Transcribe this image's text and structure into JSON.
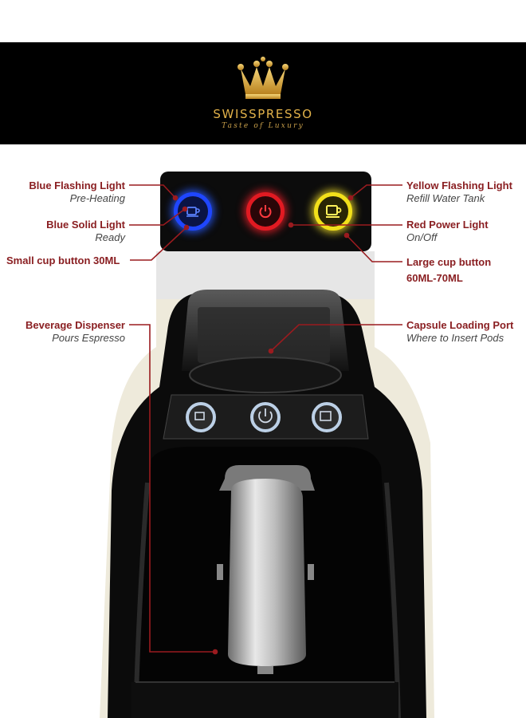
{
  "brand": {
    "name": "SWISSPRESSO",
    "tagline": "Taste of Luxury",
    "colors": {
      "gold": "#e2b24a",
      "header_bg": "#000000"
    }
  },
  "callouts": {
    "blue_flashing": {
      "title": "Blue Flashing Light",
      "subtitle": "Pre-Heating"
    },
    "blue_solid": {
      "title": "Blue Solid Light",
      "subtitle": "Ready"
    },
    "small_cup": {
      "title": "Small cup button 30ML"
    },
    "yellow_flashing": {
      "title": "Yellow Flashing Light",
      "subtitle": "Refill Water Tank"
    },
    "red_power": {
      "title": "Red Power Light",
      "subtitle": "On/Off"
    },
    "large_cup": {
      "title": "Large cup button",
      "subtitle": "60ML-70ML"
    },
    "beverage_dispenser": {
      "title": "Beverage Dispenser",
      "subtitle": "Pours Espresso"
    },
    "capsule_port": {
      "title": "Capsule Loading Port",
      "subtitle": "Where to Insert Pods"
    }
  },
  "panel_buttons": [
    {
      "name": "small-cup",
      "icon": "cup-icon",
      "color": "#1f46ff"
    },
    {
      "name": "power",
      "icon": "power-icon",
      "color": "#e11a22"
    },
    {
      "name": "large-cup",
      "icon": "cup-icon",
      "color": "#f2e01a"
    }
  ],
  "colors": {
    "callout_title": "#8a1f22",
    "leader_line": "#9a1b1f",
    "machine_body": "#eeeadb"
  }
}
